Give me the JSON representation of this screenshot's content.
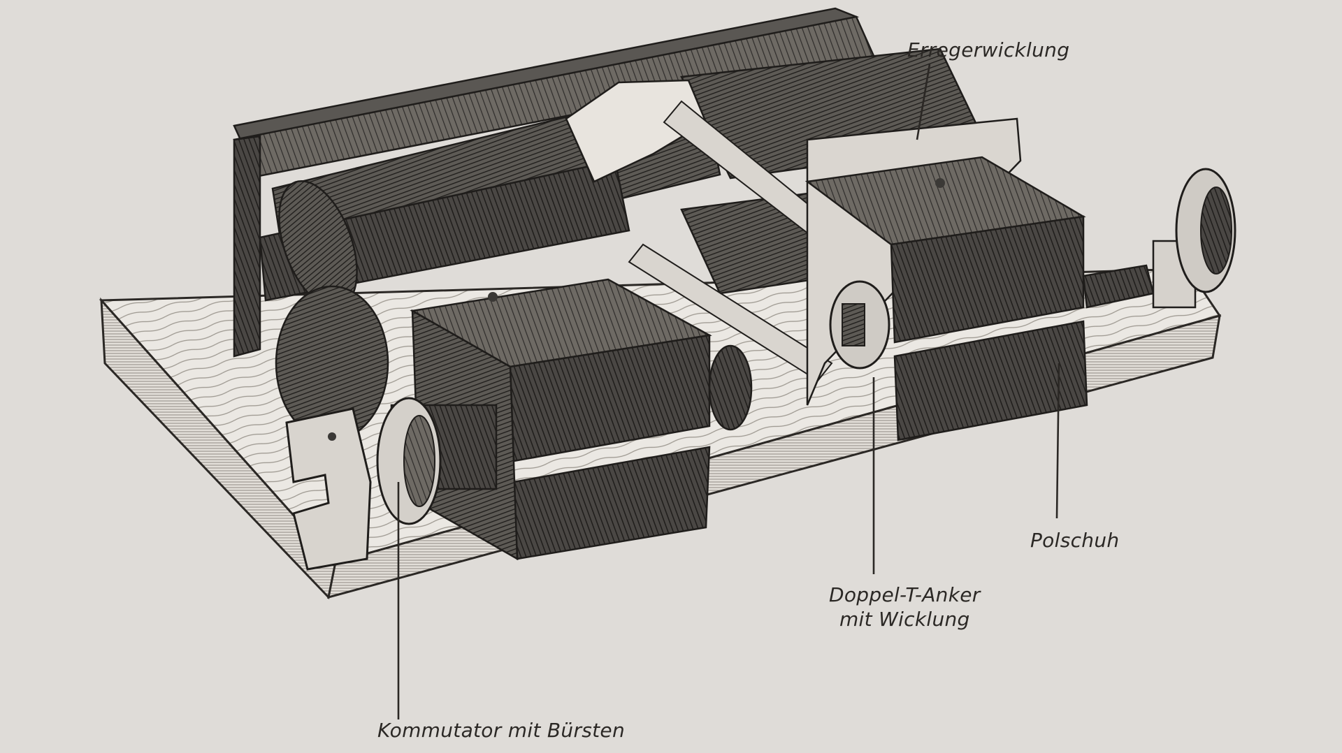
{
  "diagram": {
    "labels": {
      "field_winding": "Erregerwicklung",
      "pole_shoe": "Polschuh",
      "armature_line1": "Doppel-T-Anker",
      "armature_line2": "mit Wicklung",
      "commutator": "Kommutator mit Bürsten"
    }
  },
  "colors": {
    "background": "#dfdcd8",
    "ink": "#2b2825",
    "iron_dark": "#3b3936",
    "iron_mid": "#55524e",
    "iron_light": "#85817b",
    "wood": "#e9e6e1"
  }
}
